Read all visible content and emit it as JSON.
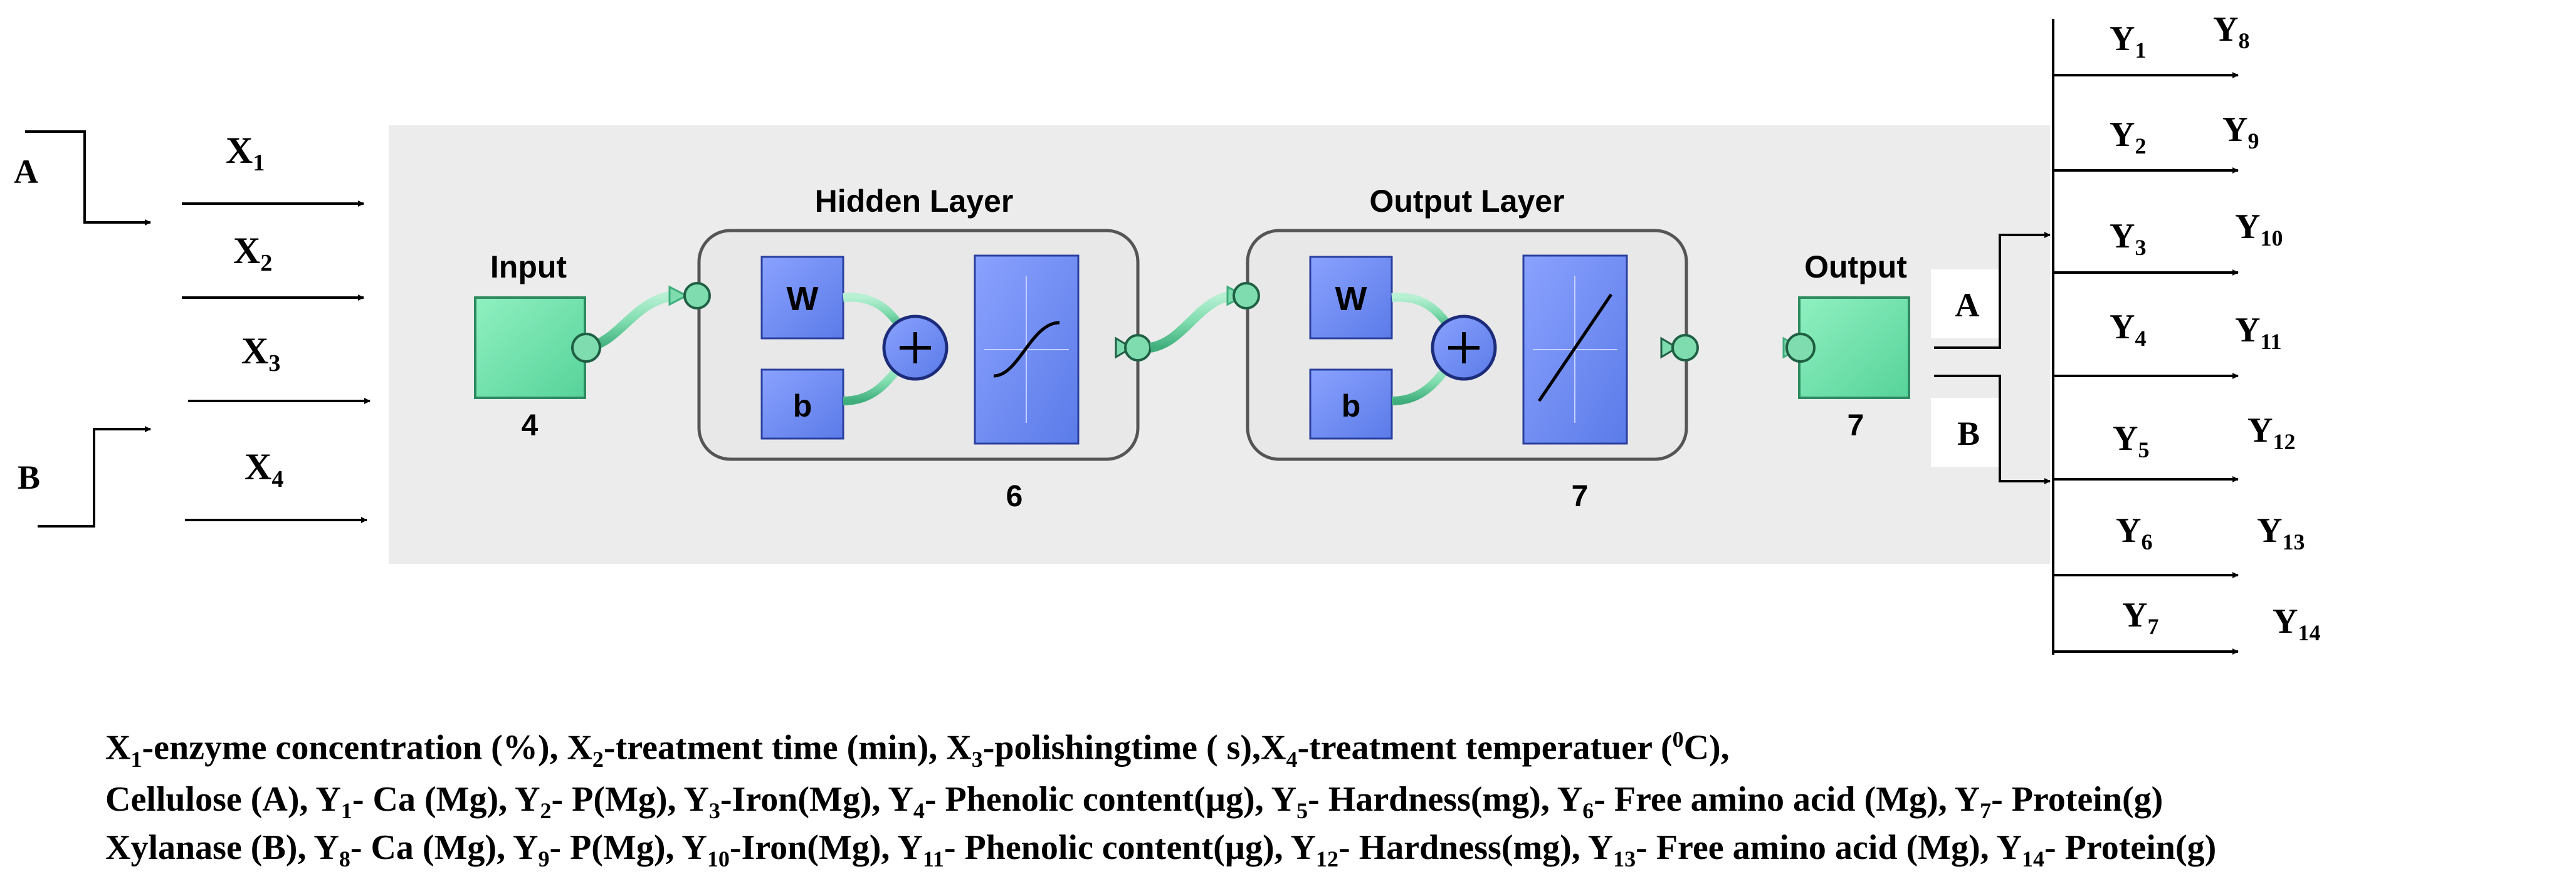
{
  "diagram": {
    "branch_a_label": "A",
    "branch_b_label": "B",
    "inputs": [
      {
        "base": "X",
        "sub": "1"
      },
      {
        "base": "X",
        "sub": "2"
      },
      {
        "base": "X",
        "sub": "3"
      },
      {
        "base": "X",
        "sub": "4"
      }
    ],
    "input_block": {
      "title": "Input",
      "size": "4"
    },
    "hidden_layer": {
      "title": "Hidden Layer",
      "size": "6",
      "weight": "W",
      "bias": "b"
    },
    "output_layer": {
      "title": "Output Layer",
      "size": "7",
      "weight": "W",
      "bias": "b"
    },
    "output_block": {
      "title": "Output",
      "size": "7"
    },
    "output_branch_a": "A",
    "output_branch_b": "B",
    "outputs_a": [
      {
        "base": "Y",
        "sub": "1"
      },
      {
        "base": "Y",
        "sub": "2"
      },
      {
        "base": "Y",
        "sub": "3"
      },
      {
        "base": "Y",
        "sub": "4"
      },
      {
        "base": "Y",
        "sub": "5"
      },
      {
        "base": "Y",
        "sub": "6"
      },
      {
        "base": "Y",
        "sub": "7"
      }
    ],
    "outputs_b": [
      {
        "base": "Y",
        "sub": "8"
      },
      {
        "base": "Y",
        "sub": "9"
      },
      {
        "base": "Y",
        "sub": "10"
      },
      {
        "base": "Y",
        "sub": "11"
      },
      {
        "base": "Y",
        "sub": "12"
      },
      {
        "base": "Y",
        "sub": "13"
      },
      {
        "base": "Y",
        "sub": "14"
      }
    ]
  },
  "legend": {
    "line1": {
      "x1_sym": "X",
      "x1_sub": "1",
      "x1_text": "-enzyme concentration (%), ",
      "x2_sym": "X",
      "x2_sub": "2",
      "x2_text": "-treatment time (min), ",
      "x3_sym": "X",
      "x3_sub": "3",
      "x3_text": "-polishingtime ( s),",
      "x4_sym": "X",
      "x4_sub": "4",
      "x4_text": "-treatment temperatuer (",
      "sup": "0",
      "end": "C),"
    },
    "line2": {
      "prefix": "Cellulose (A), ",
      "items": [
        {
          "sym": "Y",
          "sub": "1",
          "text": "- Ca (Mg), "
        },
        {
          "sym": "Y",
          "sub": "2",
          "text": "- P(Mg), "
        },
        {
          "sym": "Y",
          "sub": "3",
          "text": "-Iron(Mg), "
        },
        {
          "sym": "Y",
          "sub": "4",
          "text": "- Phenolic content(µg), "
        },
        {
          "sym": "Y",
          "sub": "5",
          "text": "- Hardness(mg), "
        },
        {
          "sym": "Y",
          "sub": "6",
          "text": "- Free amino acid (Mg), "
        },
        {
          "sym": "Y",
          "sub": "7",
          "text": "- Protein(g)"
        }
      ]
    },
    "line3": {
      "prefix": "Xylanase (B), ",
      "items": [
        {
          "sym": "Y",
          "sub": "8",
          "text": "- Ca (Mg), "
        },
        {
          "sym": "Y",
          "sub": "9",
          "text": "- P(Mg), "
        },
        {
          "sym": "Y",
          "sub": "10",
          "text": "-Iron(Mg), "
        },
        {
          "sym": "Y",
          "sub": "11",
          "text": "- Phenolic content(µg), "
        },
        {
          "sym": "Y",
          "sub": "12",
          "text": "- Hardness(mg), "
        },
        {
          "sym": "Y",
          "sub": "13",
          "text": "- Free amino acid (Mg), "
        },
        {
          "sym": "Y",
          "sub": "14",
          "text": "- Protein(g)"
        }
      ]
    }
  }
}
